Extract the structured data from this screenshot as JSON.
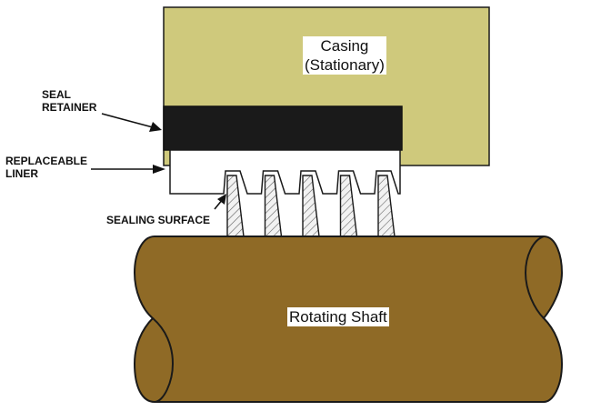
{
  "diagram": {
    "title": "Labyrinth seal cross-section",
    "colors": {
      "casing": "#cfc97c",
      "seal_retainer": "#1a1a1a",
      "liner": "#ffffff",
      "shaft": "#8f6a26",
      "outline": "#1a1a1a",
      "hatch": "#555555"
    },
    "labels": {
      "casing": [
        "Casing",
        "(Stationary)"
      ],
      "seal_retainer": [
        "SEAL",
        "RETAINER"
      ],
      "replaceable_liner": [
        "REPLACEABLE",
        "LINER"
      ],
      "sealing_surface": "SEALING SURFACE",
      "rotating_shaft": "Rotating Shaft"
    },
    "tooth_count": 5
  }
}
